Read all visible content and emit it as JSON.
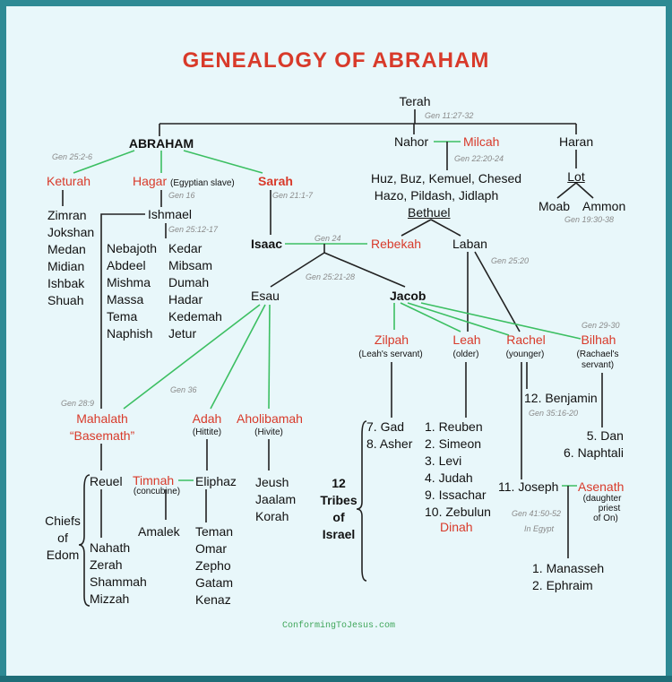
{
  "title": "GENEALOGY OF ABRAHAM",
  "footer": "ConformingToJesus.com",
  "colors": {
    "red": "#d83a2a",
    "green": "#3cbf62",
    "background": "#e8f7fa",
    "frame": "#2e8a94"
  },
  "people": {
    "terah": "Terah",
    "abraham": "ABRAHAM",
    "nahor": "Nahor",
    "milcah": "Milcah",
    "haran": "Haran",
    "keturah": "Keturah",
    "hagar": "Hagar",
    "hagar_note": "(Egyptian slave)",
    "sarah": "Sarah",
    "ishmael": "Ishmael",
    "isaac": "Isaac",
    "rebekah": "Rebekah",
    "laban": "Laban",
    "lot": "Lot",
    "moab": "Moab",
    "ammon": "Ammon",
    "bethuel": "Bethuel",
    "esau": "Esau",
    "jacob": "Jacob",
    "zilpah": "Zilpah",
    "zilpah_note": "(Leah's servant)",
    "leah": "Leah",
    "leah_note": "(older)",
    "rachel": "Rachel",
    "rachel_note": "(younger)",
    "bilhah": "Bilhah",
    "bilhah_note": [
      "(Rachael's",
      "servant)"
    ],
    "mahalath": "Mahalath",
    "basemath": "“Basemath”",
    "adah": "Adah",
    "adah_note": "(Hittite)",
    "aholibamah": "Aholibamah",
    "aholibamah_note": "(Hivite)",
    "reuel": "Reuel",
    "timnah": "Timnah",
    "timnah_note": "(concubine)",
    "eliphaz": "Eliphaz",
    "amalek": "Amalek",
    "joseph": "11. Joseph",
    "asenath": "Asenath",
    "asenath_note": [
      "(daughter",
      "priest",
      "of On)"
    ],
    "benjamin": "12. Benjamin",
    "dinah": "Dinah"
  },
  "nahor_children": [
    "Huz, Buz, Kemuel, Chesed",
    "Hazo, Pildash, Jidlaph"
  ],
  "lists": {
    "keturah_sons": [
      "Zimran",
      "Jokshan",
      "Medan",
      "Midian",
      "Ishbak",
      "Shuah"
    ],
    "ishmael_sons_col1": [
      "Nebajoth",
      "Abdeel",
      "Mishma",
      "Massa",
      "Tema",
      "Naphish"
    ],
    "ishmael_sons_col2": [
      "Kedar",
      "Mibsam",
      "Dumah",
      "Hadar",
      "Kedemah",
      "Jetur"
    ],
    "aholibamah_sons": [
      "Jeush",
      "Jaalam",
      "Korah"
    ],
    "reuel_sons": [
      "Nahath",
      "Zerah",
      "Shammah",
      "Mizzah"
    ],
    "eliphaz_sons": [
      "Teman",
      "Omar",
      "Zepho",
      "Gatam",
      "Kenaz"
    ],
    "zilpah_sons": [
      "7. Gad",
      "8. Asher"
    ],
    "leah_sons": [
      "1. Reuben",
      "2. Simeon",
      "3. Levi",
      "4. Judah",
      "9. Issachar",
      "10. Zebulun"
    ],
    "bilhah_sons": [
      "5. Dan",
      "6. Naphtali"
    ],
    "joseph_sons": [
      "1. Manasseh",
      "2. Ephraim"
    ]
  },
  "labels": {
    "chiefs": [
      "Chiefs",
      "of",
      "Edom"
    ],
    "tribes": [
      "12",
      "Tribes",
      "of",
      "Israel"
    ],
    "in_egypt": "In Egypt"
  },
  "refs": {
    "terah": "Gen 11:27-32",
    "abraham": "Gen 25:2-6",
    "hagar": "Gen 16",
    "sarah": "Gen 21:1-7",
    "nahor": "Gen 22:20-24",
    "lot": "Gen 19:30-38",
    "ishmael": "Gen 25:12-17",
    "isaac": "Gen 24",
    "laban": "Gen 25:20",
    "jacob": "Gen 25:21-28",
    "bilhah": "Gen 29-30",
    "mahalath": "Gen 28:9",
    "esau": "Gen 36",
    "benjamin": "Gen 35:16-20",
    "joseph": "Gen 41:50-52"
  }
}
